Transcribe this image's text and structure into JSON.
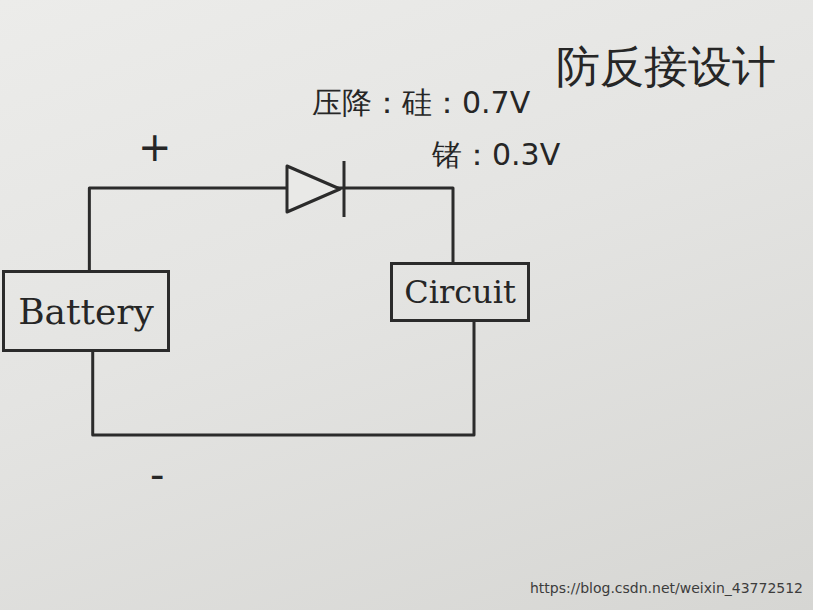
{
  "diagram": {
    "title": "防反接设计",
    "nodes": [
      {
        "text": [
          "Battery"
        ]
      },
      {
        "text": [
          "Circuit"
        ]
      }
    ],
    "edges": [
      {
        "from": 0,
        "to": 1,
        "arrow": "none"
      },
      {
        "from": 0,
        "to": 1,
        "arrow": "none"
      }
    ],
    "labels": [
      "+",
      "压降：硅：0.7V",
      "锗：0.3V",
      "-",
      "https://blog.csdn.net/weixin_43772512"
    ]
  }
}
